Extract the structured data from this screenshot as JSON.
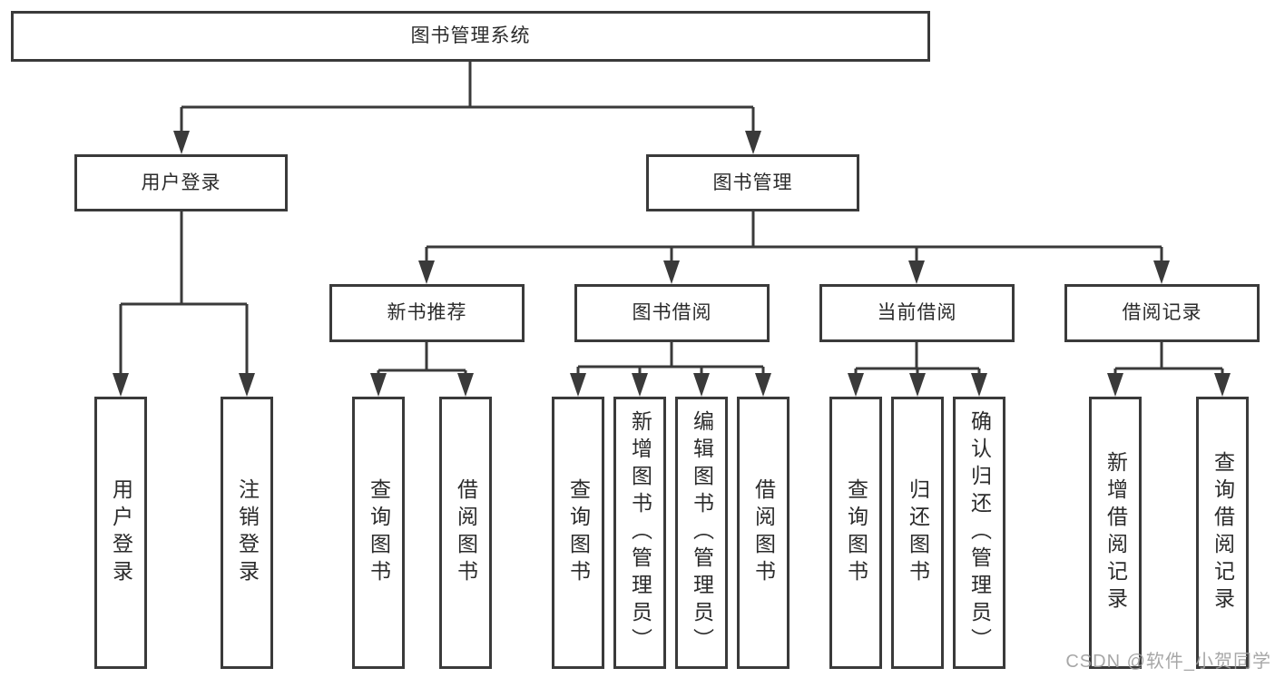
{
  "diagram_title": "图书管理系统",
  "tree": {
    "root": {
      "label": "图书管理系统"
    },
    "level1": [
      {
        "id": "user-login",
        "label": "用户登录"
      },
      {
        "id": "book-management",
        "label": "图书管理"
      }
    ],
    "level2": [
      {
        "id": "new-book-recommend",
        "label": "新书推荐",
        "parent": "图书管理"
      },
      {
        "id": "book-borrow",
        "label": "图书借阅",
        "parent": "图书管理"
      },
      {
        "id": "current-borrow",
        "label": "当前借阅",
        "parent": "图书管理"
      },
      {
        "id": "borrow-records",
        "label": "借阅记录",
        "parent": "图书管理"
      }
    ],
    "leaves": [
      {
        "id": "leaf-user-login",
        "label": "用户登录",
        "parent": "用户登录"
      },
      {
        "id": "leaf-logout",
        "label": "注销登录",
        "parent": "用户登录"
      },
      {
        "id": "leaf-query-book-recommend",
        "label": "查询图书",
        "parent": "新书推荐"
      },
      {
        "id": "leaf-borrow-book-recommend",
        "label": "借阅图书",
        "parent": "新书推荐"
      },
      {
        "id": "leaf-query-book-borrow",
        "label": "查询图书",
        "parent": "图书借阅"
      },
      {
        "id": "leaf-add-book-admin",
        "label": "新增图书（管理员）",
        "parent": "图书借阅"
      },
      {
        "id": "leaf-edit-book-admin",
        "label": "编辑图书（管理员）",
        "parent": "图书借阅"
      },
      {
        "id": "leaf-borrow-book",
        "label": "借阅图书",
        "parent": "图书借阅"
      },
      {
        "id": "leaf-query-book-current",
        "label": "查询图书",
        "parent": "当前借阅"
      },
      {
        "id": "leaf-return-book",
        "label": "归还图书",
        "parent": "当前借阅"
      },
      {
        "id": "leaf-confirm-return-admin",
        "label": "确认归还（管理员）",
        "parent": "当前借阅"
      },
      {
        "id": "leaf-add-borrow-record",
        "label": "新增借阅记录",
        "parent": "借阅记录"
      },
      {
        "id": "leaf-query-borrow-record",
        "label": "查询借阅记录",
        "parent": "借阅记录"
      }
    ]
  },
  "watermark": {
    "text": "CSDN @软件_小贺同学"
  },
  "colors": {
    "line": "#3a3a3a",
    "text": "#2b2b2b",
    "watermark": "#9e9e9e",
    "background": "#ffffff"
  }
}
